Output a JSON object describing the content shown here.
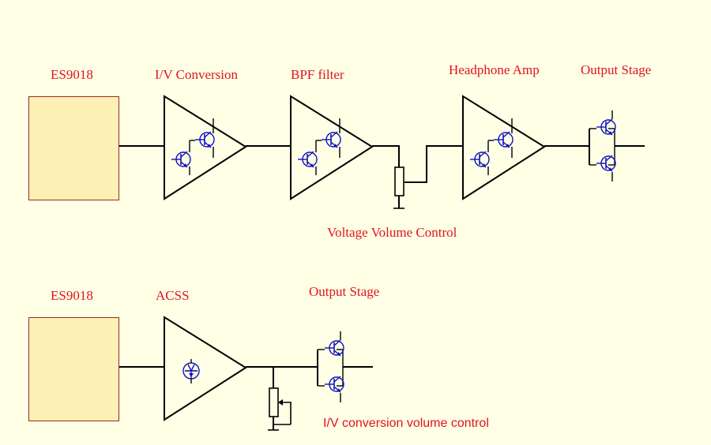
{
  "top_chain": {
    "dac_label": "ES9018",
    "iv_label": "I/V Conversion",
    "bpf_label": "BPF filter",
    "hp_amp_label": "Headphone Amp",
    "output_label": "Output Stage",
    "volume_label": "Voltage Volume Control"
  },
  "bottom_chain": {
    "dac_label": "ES9018",
    "acss_label": "ACSS",
    "output_label": "Output Stage",
    "volume_label": "I/V conversion volume control"
  },
  "colors": {
    "label": "#E0141E",
    "wire": "#000000",
    "transistor": "#1010C0",
    "block_fill": "#FCF0B4",
    "block_border": "#9A2A2A",
    "background": "#FFFFE6"
  }
}
